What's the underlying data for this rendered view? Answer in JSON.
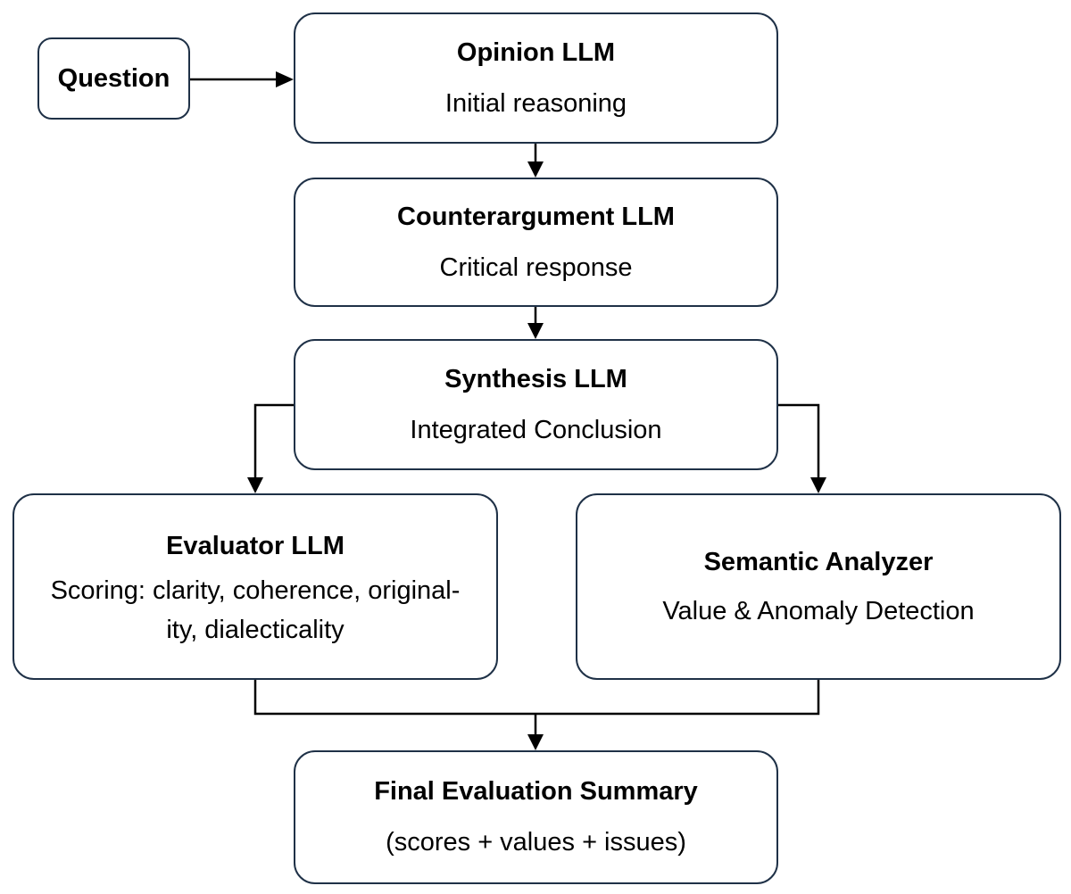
{
  "nodes": {
    "question": {
      "title": "Question"
    },
    "opinion": {
      "title": "Opinion LLM",
      "subtitle": "Initial reasoning"
    },
    "counterargument": {
      "title": "Counterargument LLM",
      "subtitle": "Critical response"
    },
    "synthesis": {
      "title": "Synthesis LLM",
      "subtitle": "Integrated Conclusion"
    },
    "evaluator": {
      "title": "Evaluator LLM",
      "subtitle_line1": "Scoring: clarity, coherence, original-",
      "subtitle_line2": "ity, dialecticality"
    },
    "semantic": {
      "title": "Semantic Analyzer",
      "subtitle": "Value & Anomaly Detection"
    },
    "final": {
      "title": "Final Evaluation Summary",
      "subtitle": "(scores + values + issues)"
    }
  },
  "edges": [
    {
      "from": "question",
      "to": "opinion"
    },
    {
      "from": "opinion",
      "to": "counterargument"
    },
    {
      "from": "counterargument",
      "to": "synthesis"
    },
    {
      "from": "synthesis",
      "to": "evaluator"
    },
    {
      "from": "synthesis",
      "to": "semantic"
    },
    {
      "from": "evaluator",
      "to": "final"
    },
    {
      "from": "semantic",
      "to": "final"
    }
  ],
  "colors": {
    "box_border": "#1f3147",
    "connector": "#000000",
    "text": "#000000"
  }
}
